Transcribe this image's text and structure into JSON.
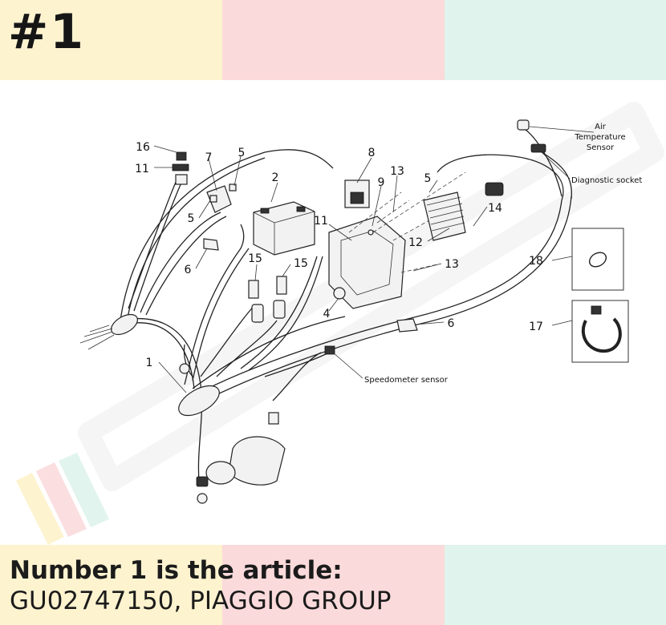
{
  "header": {
    "badge": "#1"
  },
  "colors": {
    "band_yellow": "#fdf3cf",
    "band_pink": "#fbdadb",
    "band_mint": "#e0f3ec"
  },
  "diagram": {
    "callouts": {
      "c1": "1",
      "c2": "2",
      "c4": "4",
      "c5a": "5",
      "c5b": "5",
      "c5c": "5",
      "c6a": "6",
      "c6b": "6",
      "c7": "7",
      "c8": "8",
      "c9": "9",
      "c11a": "11",
      "c11b": "11",
      "c12": "12",
      "c13a": "13",
      "c13b": "13",
      "c14": "14",
      "c15a": "15",
      "c15b": "15",
      "c16": "16",
      "c17": "17",
      "c18": "18"
    },
    "annotations": {
      "air_temp_1": "Air",
      "air_temp_2": "Temperature",
      "air_temp_3": "Sensor",
      "diagnostic": "Diagnostic socket",
      "speedometer": "Speedometer sensor"
    },
    "watermark": "MOTORCYCLE-PARTS-LOGO"
  },
  "caption": {
    "line1": "Number 1 is the article:",
    "line2": "GU02747150, PIAGGIO GROUP"
  }
}
